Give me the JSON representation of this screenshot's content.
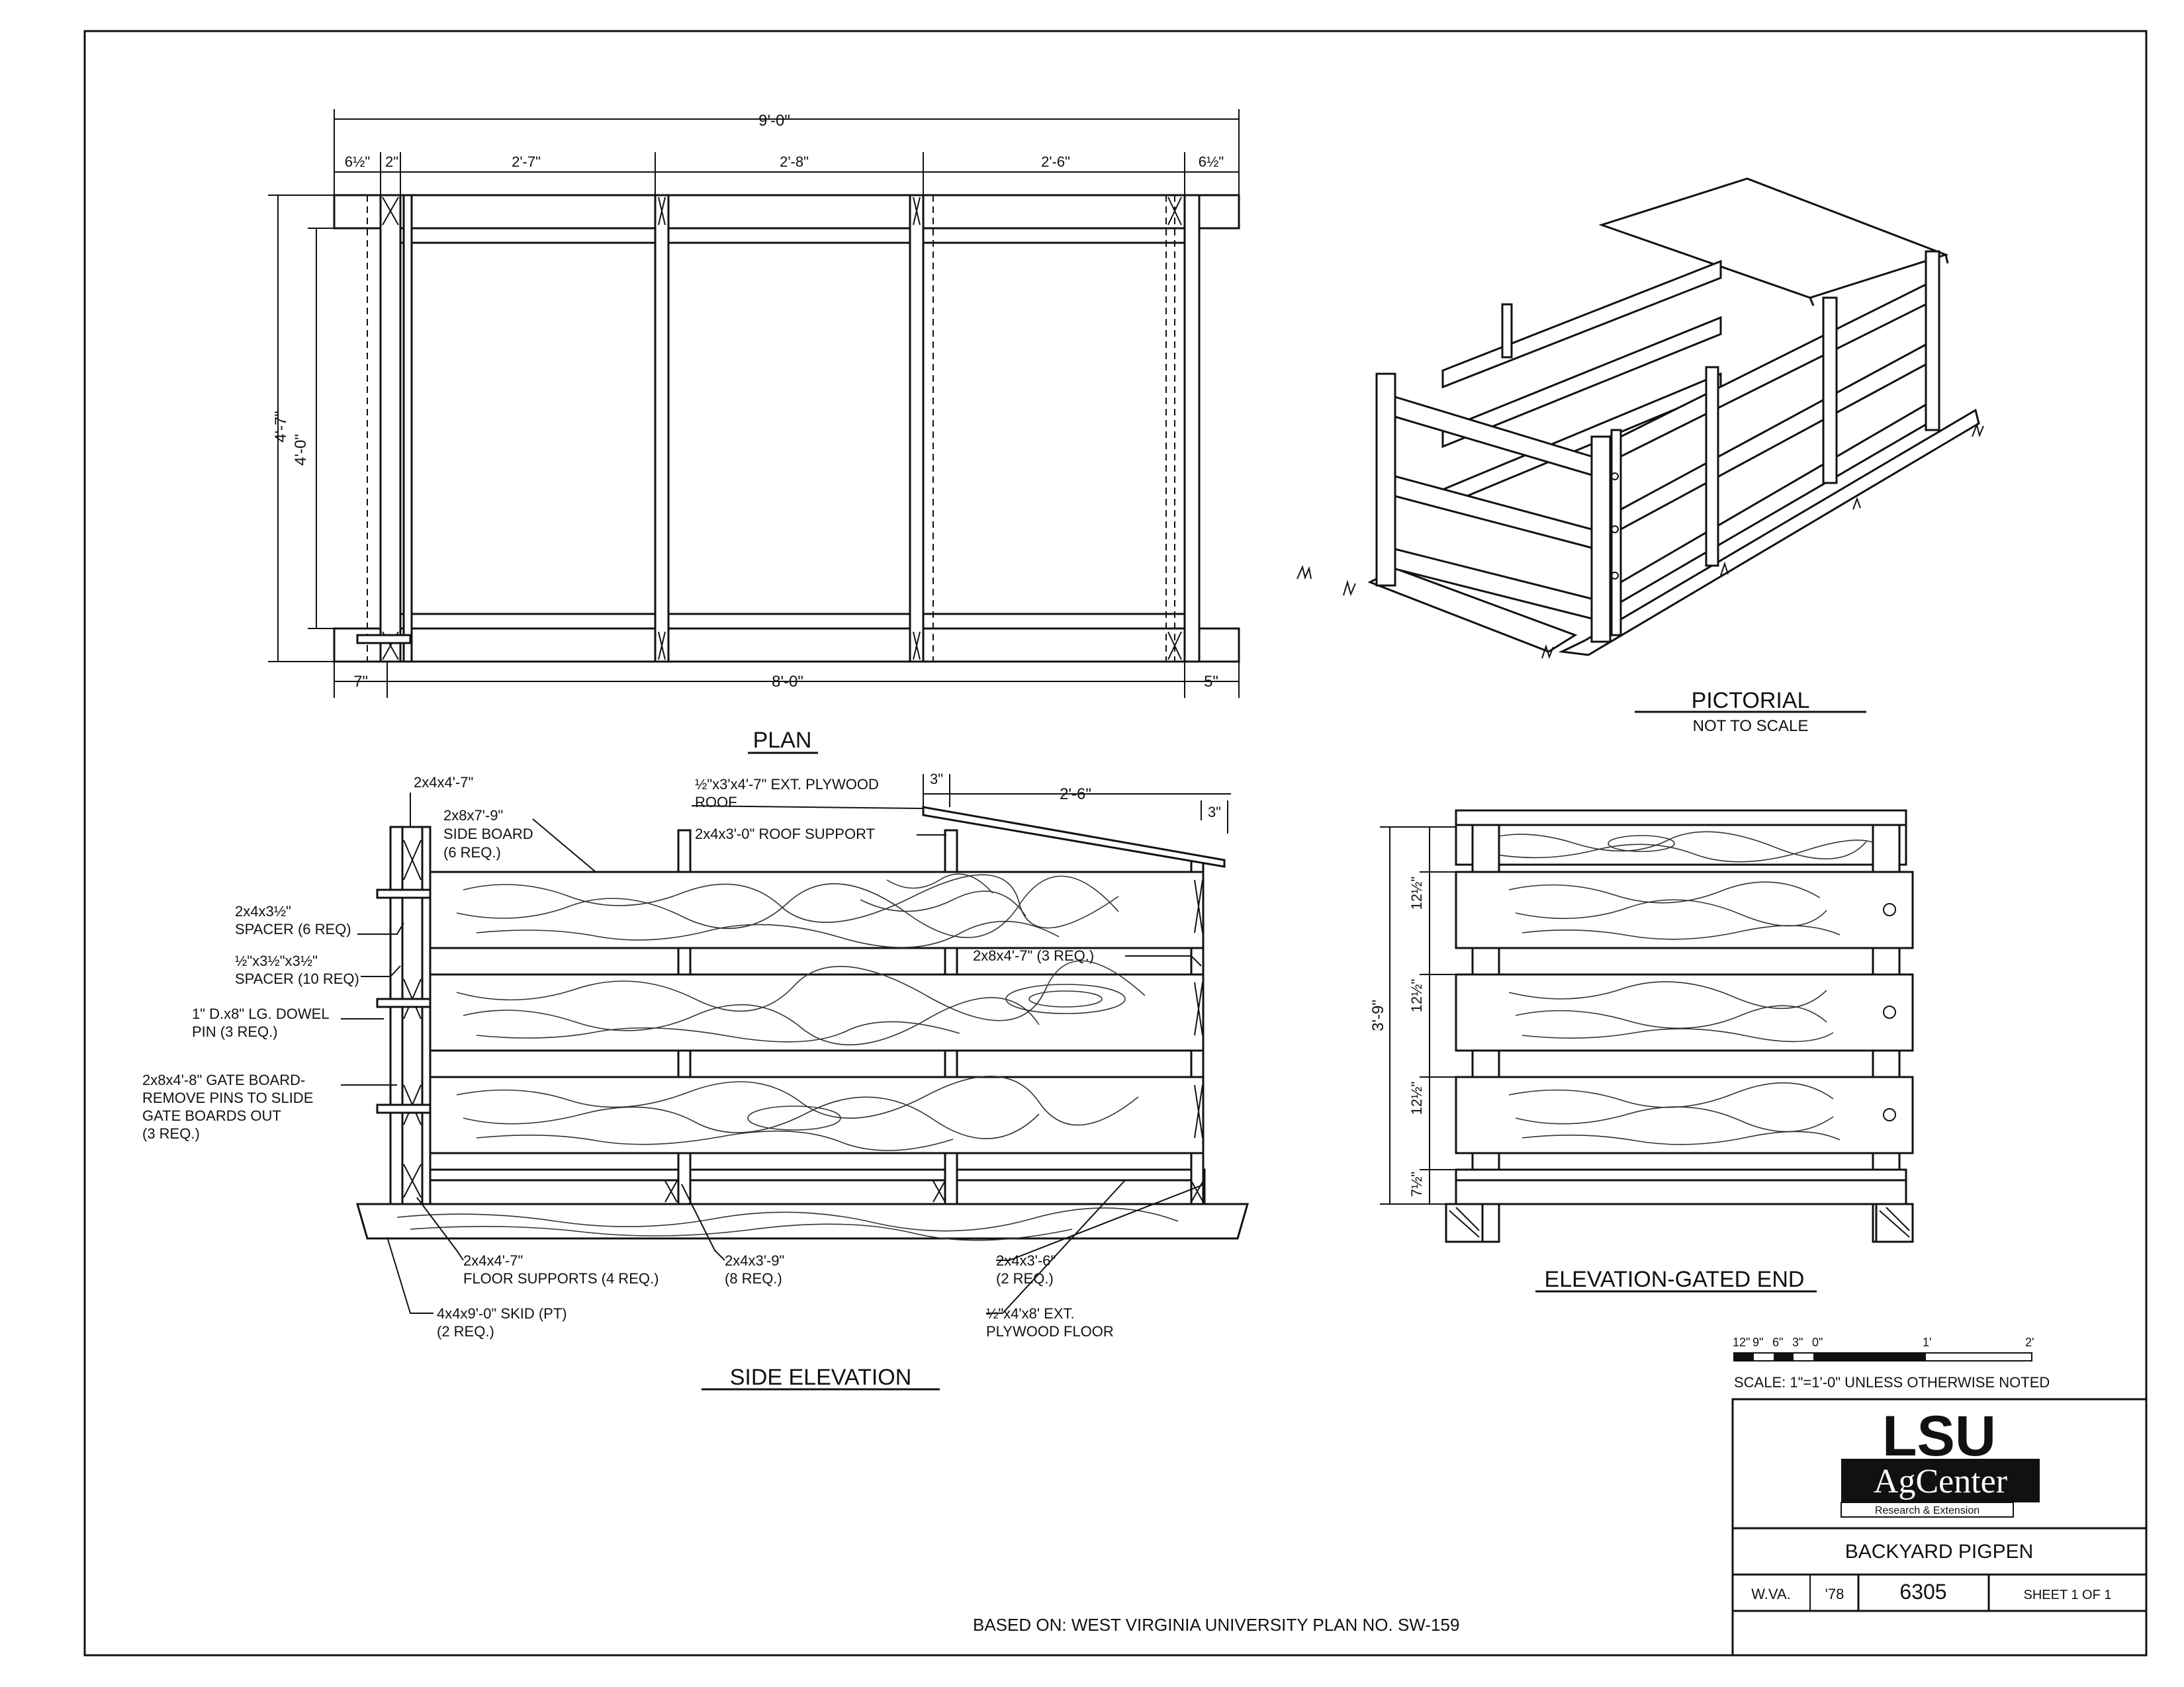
{
  "plan": {
    "title": "PLAN",
    "dims_top": [
      "9'-0\"",
      "6½\"",
      "2\"",
      "2'-7\"",
      "2'-8\"",
      "2'-6\"",
      "6½\""
    ],
    "dims_left": [
      "4'-7\"",
      "4'-0\""
    ],
    "dims_bottom": [
      "7\"",
      "8'-0\"",
      "5\""
    ]
  },
  "pictorial": {
    "title": "PICTORIAL",
    "subtitle": "NOT TO SCALE"
  },
  "side_elevation": {
    "title": "SIDE ELEVATION",
    "labels": {
      "post": "2x4x4'-7\"",
      "side_board": [
        "2x8x7'-9\"",
        "SIDE BOARD",
        "(6 REQ.)"
      ],
      "spacer": [
        "2x4x3½\"",
        "SPACER (6 REQ)"
      ],
      "spacer2": [
        "½\"x3½\"x3½\"",
        "SPACER (10 REQ)"
      ],
      "dowel": [
        "1\" D.x8\" LG. DOWEL",
        "PIN (3 REQ.)"
      ],
      "gate_board": [
        "2x8x4'-8\" GATE BOARD-",
        "REMOVE PINS TO SLIDE",
        "GATE BOARDS OUT",
        "(3 REQ.)"
      ],
      "roof": [
        "½\"x3'x4'-7\" EXT. PLYWOOD",
        "ROOF"
      ],
      "roof_support": "2x4x3'-0\" ROOF SUPPORT",
      "roof_dims": [
        "3\"",
        "2'-6\"",
        "3\""
      ],
      "end_board": "2x8x4'-7\" (3 REQ.)",
      "floor_supports": [
        "2x4x4'-7\"",
        "FLOOR SUPPORTS (4 REQ.)"
      ],
      "skid": [
        "4x4x9'-0\" SKID (PT)",
        "(2 REQ.)"
      ],
      "stud": [
        "2x4x3'-9\"",
        "(8 REQ.)"
      ],
      "stud2": [
        "2x4x3'-6\"",
        "(2 REQ.)"
      ],
      "floor": [
        "½\"x4'x8' EXT.",
        "PLYWOOD FLOOR"
      ]
    }
  },
  "gated_end": {
    "title": "ELEVATION-GATED END",
    "dims": [
      "12½\"",
      "12½\"",
      "12½\"",
      "7½\""
    ],
    "total": "3'-9\""
  },
  "scale": {
    "ticks": [
      "12\"",
      "9\"",
      "6\"",
      "3\"",
      "0\"",
      "1'",
      "2'"
    ],
    "note": "SCALE: 1\"=1'-0\" UNLESS OTHERWISE NOTED"
  },
  "title_block": {
    "logo_main": "LSU",
    "logo_sub": "AgCenter",
    "logo_tag": "Research & Extension",
    "drawing_title": "BACKYARD PIGPEN",
    "source": "W.VA.",
    "year": "'78",
    "number": "6305",
    "sheet": "SHEET 1 OF 1"
  },
  "footer": "BASED ON: WEST VIRGINIA UNIVERSITY PLAN NO. SW-159"
}
